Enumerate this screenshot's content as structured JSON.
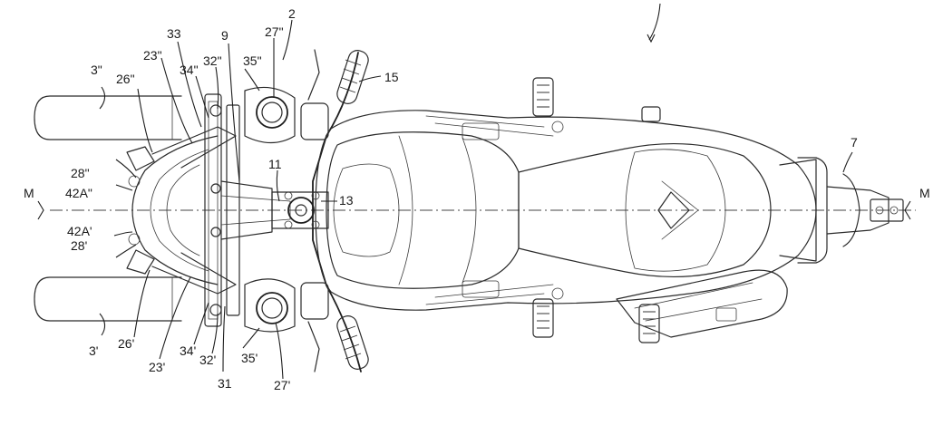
{
  "figure": {
    "reference_numerals": {
      "r2": "2",
      "r3a": "3\"",
      "r3b": "3'",
      "r7": "7",
      "r9": "9",
      "r11": "11",
      "r13": "13",
      "r15": "15",
      "r23a": "23\"",
      "r23b": "23'",
      "r26a": "26\"",
      "r26b": "26'",
      "r27a": "27\"",
      "r27b": "27'",
      "r28a": "28\"",
      "r28b": "28'",
      "r31": "31",
      "r32a": "32\"",
      "r32b": "32'",
      "r33": "33",
      "r34a": "34\"",
      "r34b": "34'",
      "r35a": "35\"",
      "r35b": "35'",
      "r42a": "42A\"",
      "r42b": "42A'",
      "m_left": "M",
      "m_right": "M"
    }
  }
}
